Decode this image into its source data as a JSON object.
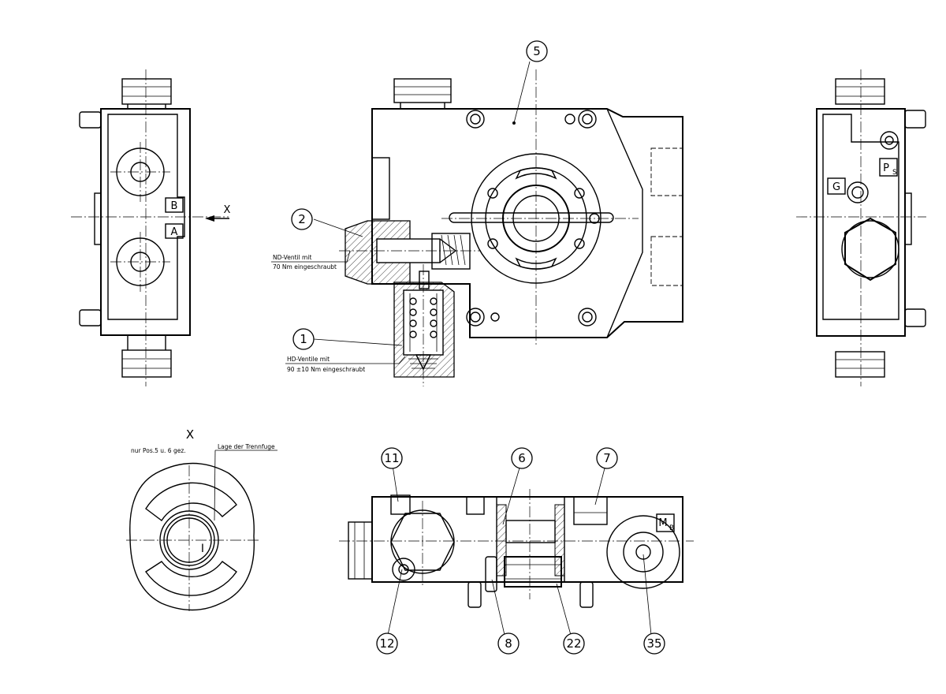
{
  "views": {
    "left_side": {
      "port_b": "B",
      "port_a": "A",
      "view_arrow": "X"
    },
    "front": {
      "nd_valve_note_1": "ND-Ventil mit",
      "nd_valve_note_2": "70 Nm eingeschraubt",
      "hd_valve_note_1": "HD-Ventile mit",
      "hd_valve_note_2": "90 ±10 Nm eingeschraubt"
    },
    "right_side": {
      "port_g": "G",
      "port_ps_main": "P",
      "port_ps_sub": "S"
    },
    "detail_x": {
      "title": "X",
      "scope_note": "nur Pos.5 u. 6 gez.",
      "parting_note": "Lage der Trennfuge",
      "roman_label": "I"
    },
    "bottom": {
      "port_mb_main": "M",
      "port_mb_sub": "B"
    }
  },
  "balloons": {
    "b1": "1",
    "b2": "2",
    "b5": "5",
    "b6": "6",
    "b7": "7",
    "b8": "8",
    "b11": "11",
    "b12": "12",
    "b22": "22",
    "b35": "35"
  }
}
